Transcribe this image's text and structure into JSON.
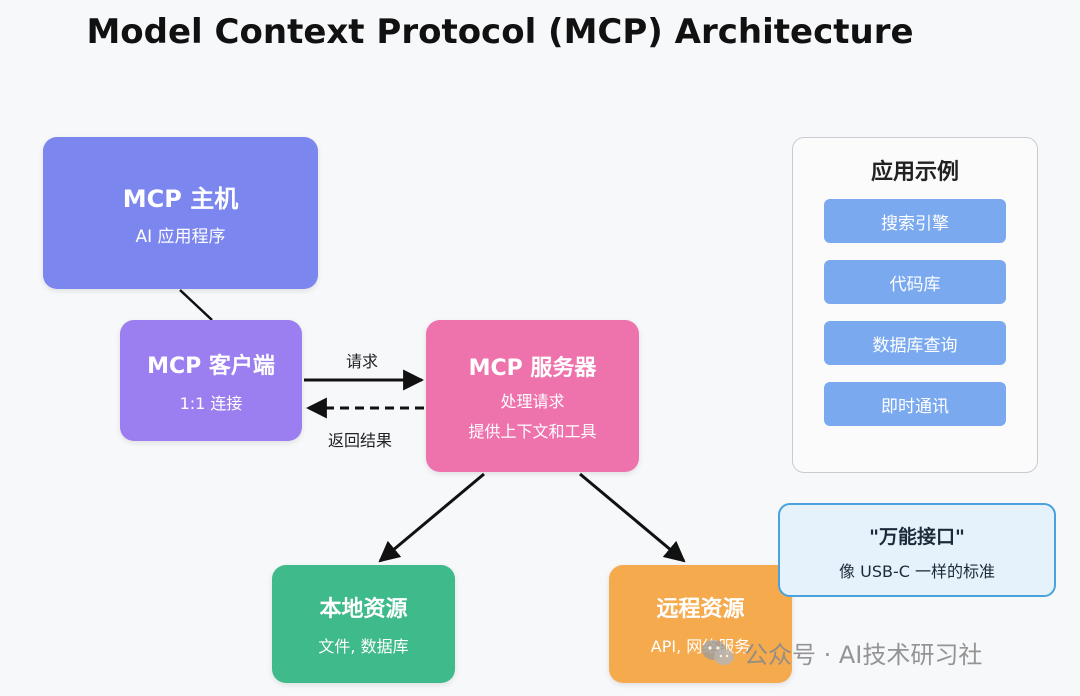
{
  "title": "Model Context Protocol (MCP) Architecture",
  "host": {
    "title": "MCP 主机",
    "subtitle": "AI 应用程序"
  },
  "client": {
    "title": "MCP 客户端",
    "subtitle": "1:1 连接"
  },
  "server": {
    "title": "MCP 服务器",
    "line1": "处理请求",
    "line2": "提供上下文和工具"
  },
  "local": {
    "title": "本地资源",
    "subtitle": "文件, 数据库"
  },
  "remote": {
    "title": "远程资源",
    "subtitle": "API, 网络服务"
  },
  "edges": {
    "request": "请求",
    "response": "返回结果"
  },
  "examples": {
    "title": "应用示例",
    "items": [
      "搜索引擎",
      "代码库",
      "数据库查询",
      "即时通讯"
    ]
  },
  "callout": {
    "title": "\"万能接口\"",
    "subtitle": "像 USB-C 一样的标准"
  },
  "watermark": {
    "text": "公众号 · AI技术研习社",
    "icon": "wechat-icon"
  },
  "colors": {
    "host": "#7b86ee",
    "client": "#9b7ef0",
    "server": "#ee72ac",
    "local": "#3fba8a",
    "remote": "#f5aa4e",
    "example_item": "#7aa9f0",
    "callout_border": "#4aa2dc"
  }
}
